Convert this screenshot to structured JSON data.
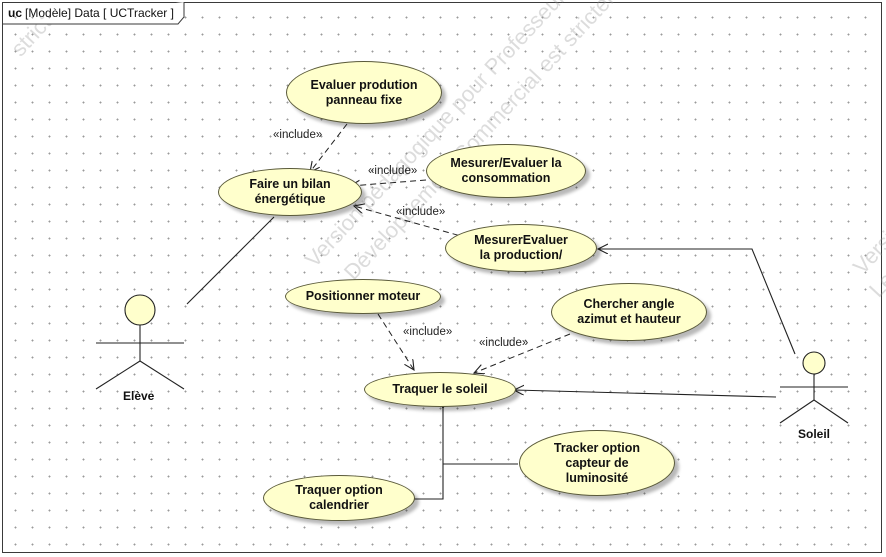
{
  "frame": {
    "keyword": "uc",
    "title": "[Modèle] Data [ UCTracker ]"
  },
  "use_cases": {
    "evaluer_production": "Evaluer prodution\npanneau fixe",
    "faire_bilan": "Faire un bilan\nénergétique",
    "mesurer_consommation": "Mesurer/Evaluer la\nconsommation",
    "mesurer_production": "MesurerEvaluer\nla production/",
    "positionner_moteur": "Positionner moteur",
    "chercher_angle": "Chercher angle\nazimut et hauteur",
    "traquer_soleil": "Traquer le soleil",
    "tracker_luminosite": "Tracker option\ncapteur de\nluminosité",
    "traquer_calendrier": "Traquer option\ncalendrier"
  },
  "actors": {
    "eleve": "Elève",
    "soleil": "Soleil"
  },
  "stereotypes": {
    "include_1": "«include»",
    "include_2": "«include»",
    "include_3": "«include»",
    "include_4": "«include»",
    "include_5": "«include»"
  },
  "watermark": {
    "line_1": "Version pédagogique pour Professeur S",
    "line_2": "Le Développement Commercial est strictement",
    "line_3": "strict",
    "line_4": "Versio",
    "line_5": "Le D"
  },
  "colors": {
    "use_case_fill": "#ffffcc",
    "line": "#222222",
    "frame_border": "#3a3a3a"
  }
}
